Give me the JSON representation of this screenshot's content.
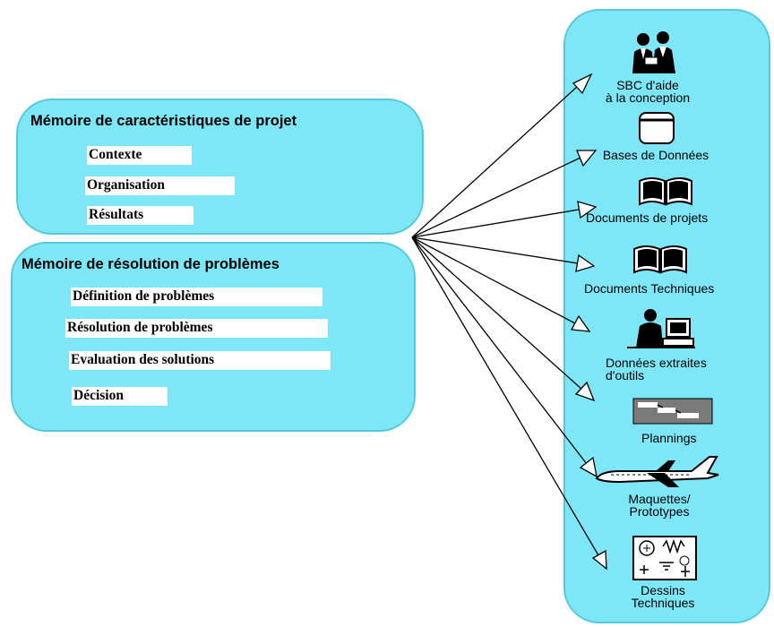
{
  "memory_box_1": {
    "title": "Mémoire de caractéristiques de projet",
    "items": [
      "Contexte",
      "Organisation",
      "Résultats"
    ]
  },
  "memory_box_2": {
    "title": "Mémoire de résolution de problèmes",
    "items": [
      "Définition de problèmes",
      "Résolution de problèmes",
      "Evaluation des solutions",
      "Décision"
    ]
  },
  "sources": [
    {
      "line1": "SBC d'aide",
      "line2": "à la conception",
      "icon": "people-icon"
    },
    {
      "line1": "Bases de Données",
      "line2": "",
      "icon": "database-icon"
    },
    {
      "line1": "Documents de projets",
      "line2": "",
      "icon": "open-book-icon"
    },
    {
      "line1": "Documents Techniques",
      "line2": "",
      "icon": "open-book-icon"
    },
    {
      "line1": "Données extraites",
      "line2": "d'outils",
      "icon": "computer-user-icon"
    },
    {
      "line1": "Plannings",
      "line2": "",
      "icon": "gantt-chart-icon"
    },
    {
      "line1": "Maquettes/",
      "line2": "Prototypes",
      "icon": "airplane-icon"
    },
    {
      "line1": "Dessins",
      "line2": "Techniques",
      "icon": "circuit-drawing-icon"
    }
  ],
  "colors": {
    "panel_fill": "#7ee7f7",
    "panel_border": "#55c9dc"
  }
}
